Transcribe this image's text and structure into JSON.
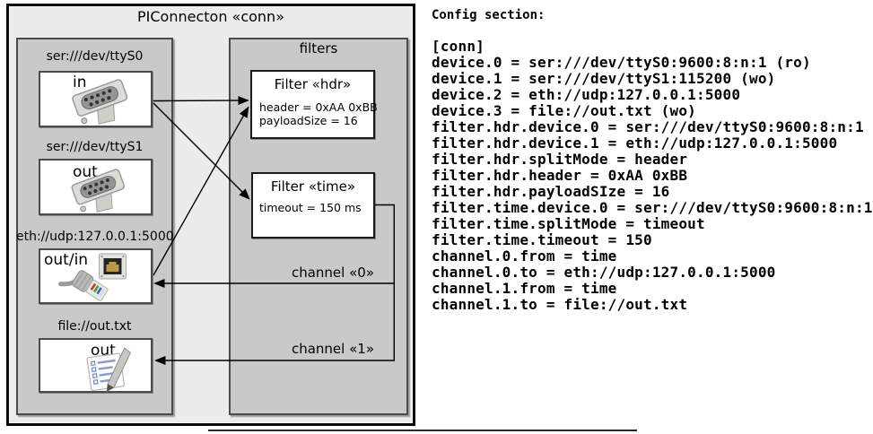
{
  "colors": {
    "outer_fill": "#ececec",
    "panel_fill": "#c9c9c9",
    "panel_border": "#4b4b4b",
    "box_fill": "#ffffff",
    "line": "#000000"
  },
  "diagram": {
    "title": "PIConnecton «conn»",
    "filters_label": "filters",
    "devices": [
      {
        "url": "ser:///dev/ttyS0",
        "direction": "in",
        "icon": "serial-connector-icon"
      },
      {
        "url": "ser:///dev/ttyS1",
        "direction": "out",
        "icon": "serial-connector-icon"
      },
      {
        "url": "eth://udp:127.0.0.1:5000",
        "direction": "out/in",
        "icon": "ethernet-connector-icon"
      },
      {
        "url": "file://out.txt",
        "direction": "out",
        "icon": "notepad-icon"
      }
    ],
    "filters": [
      {
        "title": "Filter «hdr»",
        "properties": [
          "header = 0xAA 0xBB",
          "payloadSize = 16"
        ]
      },
      {
        "title": "Filter «time»",
        "properties": [
          "timeout = 150 ms"
        ]
      }
    ],
    "channels": [
      {
        "label": "channel «0»"
      },
      {
        "label": "channel «1»"
      }
    ]
  },
  "config": {
    "heading": "Config section:",
    "lines": [
      "[conn]",
      "device.0 = ser:///dev/ttyS0:9600:8:n:1 (ro)",
      "device.1 = ser:///dev/ttyS1:115200 (wo)",
      "device.2 = eth://udp:127.0.0.1:5000",
      "device.3 = file://out.txt (wo)",
      "filter.hdr.device.0 = ser:///dev/ttyS0:9600:8:n:1",
      "filter.hdr.device.1 = eth://udp:127.0.0.1:5000",
      "filter.hdr.splitMode = header",
      "filter.hdr.header = 0xAA 0xBB",
      "filter.hdr.payloadSIze = 16",
      "filter.time.device.0 = ser:///dev/ttyS0:9600:8:n:1",
      "filter.time.splitMode = timeout",
      "filter.time.timeout = 150",
      "channel.0.from = time",
      "channel.0.to = eth://udp:127.0.0.1:5000",
      "channel.1.from = time",
      "channel.1.to = file://out.txt"
    ]
  }
}
